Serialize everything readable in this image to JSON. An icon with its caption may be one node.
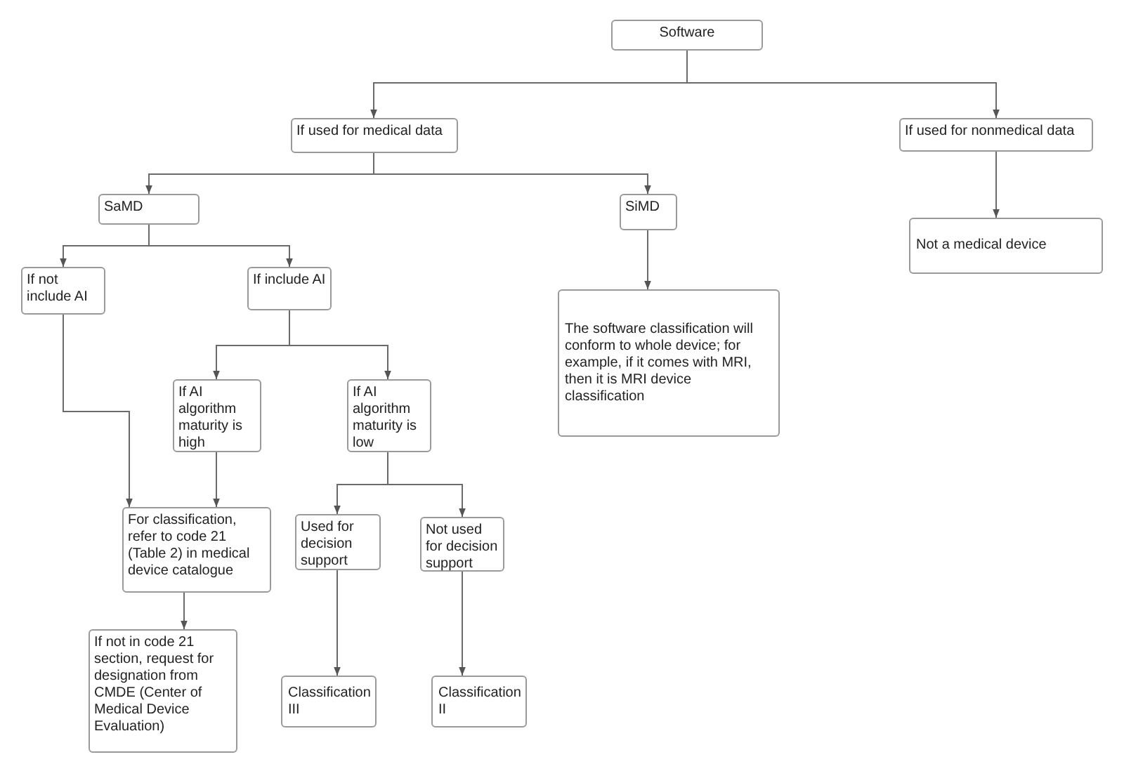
{
  "diagram": {
    "nodes": [
      {
        "text": [
          "Software"
        ]
      },
      {
        "text": [
          "If used for medical data"
        ]
      },
      {
        "text": [
          "If used for nonmedical data"
        ]
      },
      {
        "text": [
          "SaMD"
        ]
      },
      {
        "text": [
          "SiMD"
        ]
      },
      {
        "text": [
          "Not a medical device"
        ]
      },
      {
        "text": [
          "If not include AI"
        ]
      },
      {
        "text": [
          "If include AI"
        ]
      },
      {
        "text": [
          "The software classification will conform to whole device; for example, if it comes with MRI, then it is MRI device classification"
        ]
      },
      {
        "text": [
          "If AI algorithm maturity is high"
        ]
      },
      {
        "text": [
          "If AI algorithm maturity is low"
        ]
      },
      {
        "text": [
          "For classification, refer to code 21 (Table 2)  in medical device catalogue"
        ]
      },
      {
        "text": [
          "Used for decision support"
        ]
      },
      {
        "text": [
          "Not used for decision support"
        ]
      },
      {
        "text": [
          "If not in code 21 section, request for designation from CMDE (Center of Medical Device Evaluation)"
        ]
      },
      {
        "text": [
          "Classification III"
        ]
      },
      {
        "text": [
          "Classification II"
        ]
      }
    ],
    "edges": [
      {
        "from": 0,
        "to": 1,
        "arrow": "to"
      },
      {
        "from": 0,
        "to": 2,
        "arrow": "to"
      },
      {
        "from": 1,
        "to": 3,
        "arrow": "to"
      },
      {
        "from": 1,
        "to": 4,
        "arrow": "to"
      },
      {
        "from": 2,
        "to": 5,
        "arrow": "to"
      },
      {
        "from": 3,
        "to": 6,
        "arrow": "to"
      },
      {
        "from": 3,
        "to": 7,
        "arrow": "to"
      },
      {
        "from": 4,
        "to": 8,
        "arrow": "to"
      },
      {
        "from": 6,
        "to": 11,
        "arrow": "to"
      },
      {
        "from": 7,
        "to": 9,
        "arrow": "to"
      },
      {
        "from": 7,
        "to": 10,
        "arrow": "to"
      },
      {
        "from": 9,
        "to": 11,
        "arrow": "to"
      },
      {
        "from": 10,
        "to": 12,
        "arrow": "to"
      },
      {
        "from": 10,
        "to": 13,
        "arrow": "to"
      },
      {
        "from": 11,
        "to": 14,
        "arrow": "to"
      },
      {
        "from": 12,
        "to": 15,
        "arrow": "to"
      },
      {
        "from": 13,
        "to": 16,
        "arrow": "to"
      }
    ]
  }
}
